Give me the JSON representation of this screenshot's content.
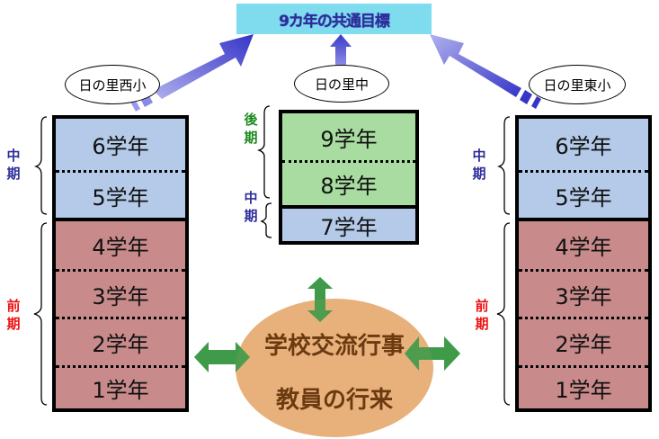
{
  "title": "9カ年の共通目標",
  "schools": {
    "west": "日の里西小",
    "middle": "日の里中",
    "east": "日の里東小"
  },
  "left_column": {
    "periods": [
      {
        "label": "中期",
        "color": "#2e2e9c"
      },
      {
        "label": "前期",
        "color": "#ee1111"
      }
    ],
    "grades": [
      "6学年",
      "5学年",
      "4学年",
      "3学年",
      "2学年",
      "1学年"
    ]
  },
  "middle_column": {
    "periods": [
      {
        "label": "後期",
        "color": "#1f8a1f"
      },
      {
        "label": "中期",
        "color": "#2e2e9c"
      }
    ],
    "grades": [
      "9学年",
      "8学年",
      "7学年"
    ]
  },
  "right_column": {
    "periods": [
      {
        "label": "中期",
        "color": "#2e2e9c"
      },
      {
        "label": "前期",
        "color": "#ee1111"
      }
    ],
    "grades": [
      "6学年",
      "5学年",
      "4学年",
      "3学年",
      "2学年",
      "1学年"
    ]
  },
  "exchange": {
    "line1": "学校交流行事",
    "line2": "教員の行来"
  },
  "colors": {
    "title_bg": "#7fdcef",
    "title_text": "#2d2d9a",
    "early_period_fill": "#c88a8a",
    "mid_period_fill": "#b4cae8",
    "late_period_fill": "#a8dca0",
    "exchange_fill": "#e8b07a",
    "exchange_arrow": "#3f9a4a",
    "goal_arrow": "#4a4ad0"
  }
}
